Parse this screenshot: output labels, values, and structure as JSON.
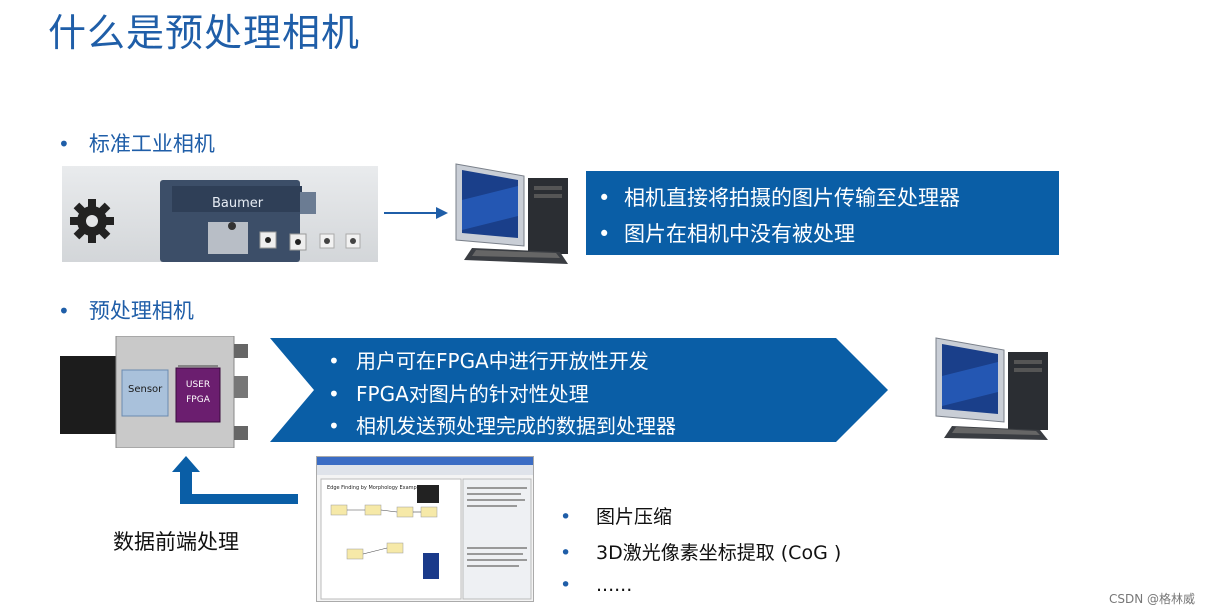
{
  "title": "什么是预处理相机",
  "section1": {
    "label": "标准工业相机",
    "camera_brand": "Baumer"
  },
  "section1_box": {
    "lines": [
      "相机直接将拍摄的图片传输至处理器",
      "图片在相机中没有被处理"
    ]
  },
  "section2": {
    "label": "预处理相机",
    "sensor_label": "Sensor",
    "fpga_label_1": "USER",
    "fpga_label_2": "FPGA"
  },
  "section2_band": {
    "lines": [
      "用户可在FPGA中进行开放性开发",
      "FPGA对图片的针对性处理",
      "相机发送预处理完成的数据到处理器"
    ]
  },
  "front_end": {
    "label": "数据前端处理"
  },
  "screenshot": {
    "panel_title": "Edge Finding by Morphology Example"
  },
  "list": {
    "items": [
      "图片压缩",
      "3D激光像素坐标提取 (CoG  )",
      "......"
    ]
  },
  "watermark": "CSDN @格林威",
  "colors": {
    "accent": "#1f5ea8",
    "box": "#0a5ea6",
    "fpga": "#6b1e6f"
  }
}
